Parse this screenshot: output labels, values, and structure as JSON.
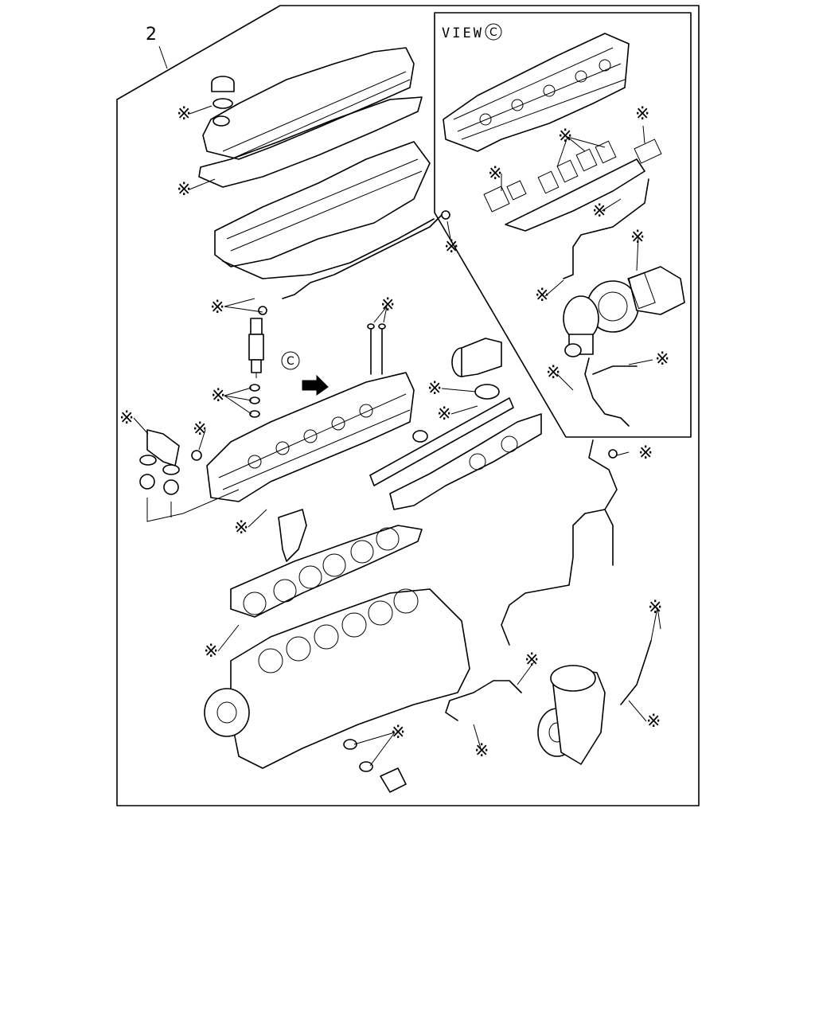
{
  "diagram": {
    "callout_number": "2",
    "view_title": "VIEW",
    "view_letter": "C",
    "view_marker_letter": "C",
    "kit_symbol": "※"
  }
}
